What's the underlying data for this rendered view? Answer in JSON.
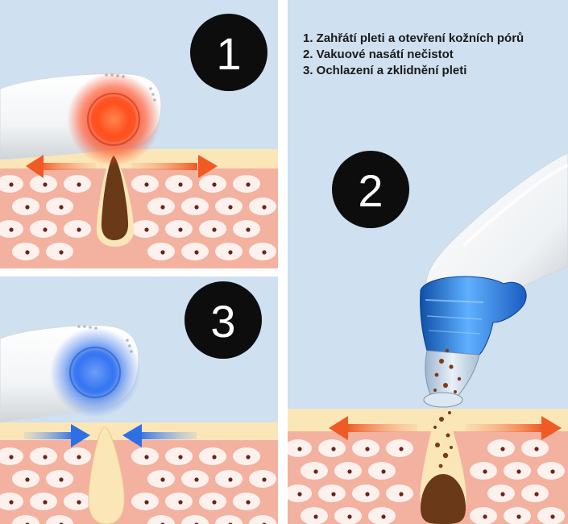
{
  "steps": [
    {
      "number": "1",
      "caption": "1. Zahřátí pleti a otevření kožních pórů"
    },
    {
      "number": "2",
      "caption": "2. Vakuové nasátí nečistot"
    },
    {
      "number": "3",
      "caption": "3. Ochlazení a zklidnění pleti"
    }
  ],
  "colors": {
    "background": "#cfe0f0",
    "skin_surface": "#fbe6b8",
    "skin_tissue": "#f3b1a0",
    "cell": "#fdf1ee",
    "nucleus": "#6b2418",
    "pore_plug": "#6a3a18",
    "heat_glow": "#ff3a10",
    "cool_glow": "#2f6ff0",
    "out_arrow": "#ef6a35",
    "in_arrow": "#3a78e6",
    "nozzle": "#1f6fd0"
  },
  "icons": [
    "heat-light-icon",
    "cool-light-icon",
    "outward-arrow-icon",
    "inward-arrow-icon",
    "vacuum-nozzle-icon"
  ]
}
